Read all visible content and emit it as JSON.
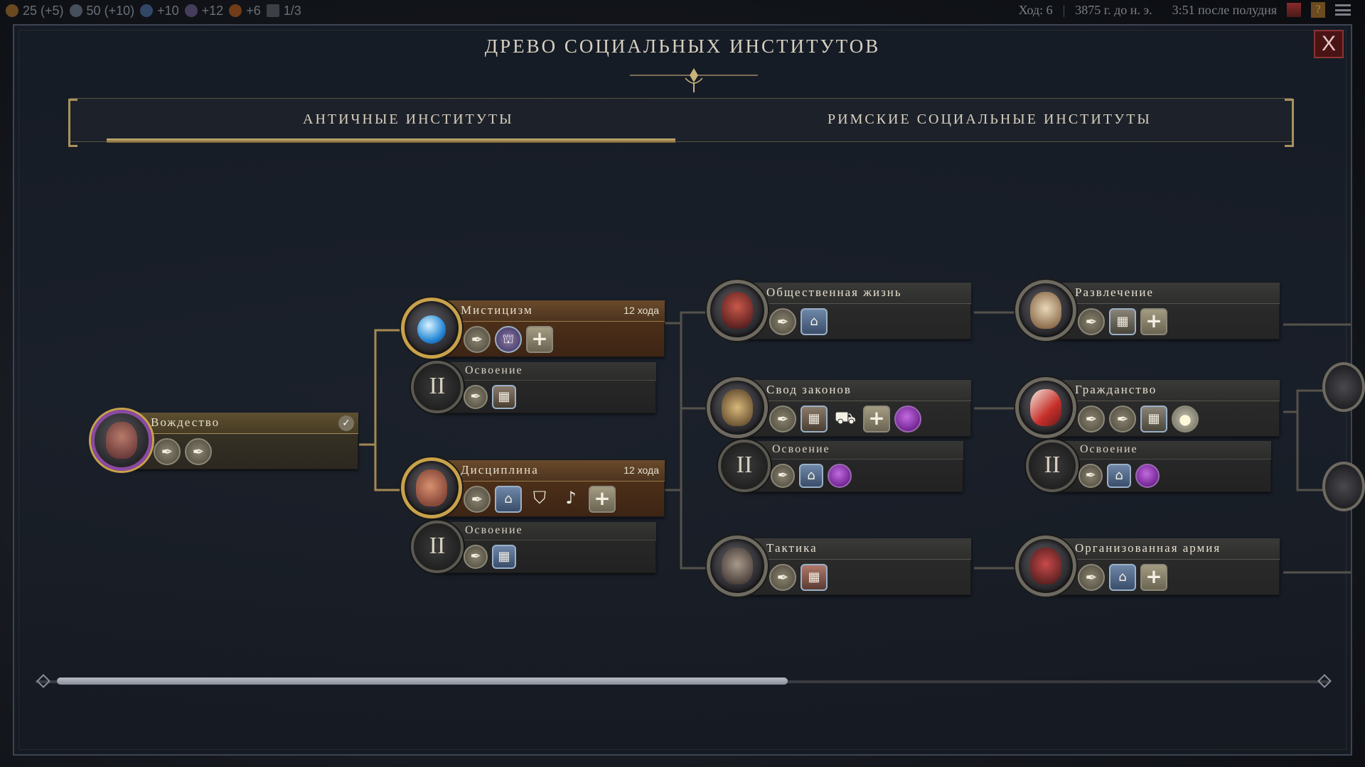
{
  "topbar": {
    "res1": "25 (+5)",
    "res2": "50 (+10)",
    "res3": "+10",
    "res4": "+12",
    "res5": "+6",
    "res6": "1/3",
    "turn": "Ход: 6",
    "year": "3875 г. до н. э.",
    "time": "3:51 после полудня",
    "help": "?"
  },
  "panel": {
    "title": "ДРЕВО СОЦИАЛЬНЫХ ИНСТИТУТОВ",
    "close": "X"
  },
  "tabs": [
    {
      "label": "АНТИЧНЫЕ ИНСТИТУТЫ",
      "active": true
    },
    {
      "label": "РИМСКИЕ СОЦИАЛЬНЫЕ ИНСТИТУТЫ",
      "active": false
    }
  ],
  "nodes": {
    "chiefdom": {
      "name": "Вождество",
      "completed": true,
      "check": "✓",
      "icons": [
        "quill",
        "quill"
      ]
    },
    "mysticism": {
      "name": "Мистицизм",
      "turns": "12 хода",
      "icons": [
        "quill",
        "building",
        "plus"
      ]
    },
    "mysticism_mastery": {
      "name": "Освоение",
      "roman": "II",
      "icons": [
        "quill",
        "building"
      ]
    },
    "discipline": {
      "name": "Дисциплина",
      "turns": "12 хода",
      "icons": [
        "quill",
        "building",
        "shield",
        "horn",
        "plus"
      ]
    },
    "discipline_mastery": {
      "name": "Освоение",
      "roman": "II",
      "icons": [
        "quill",
        "building"
      ]
    },
    "public_life": {
      "name": "Общественная жизнь",
      "icons": [
        "quill",
        "building"
      ]
    },
    "code_of_laws": {
      "name": "Свод законов",
      "icons": [
        "quill",
        "building",
        "trade",
        "plus",
        "gem"
      ]
    },
    "code_mastery": {
      "name": "Освоение",
      "roman": "II",
      "icons": [
        "quill",
        "building",
        "gem"
      ]
    },
    "tactics": {
      "name": "Тактика",
      "icons": [
        "quill",
        "building"
      ]
    },
    "entertainment": {
      "name": "Развлечение",
      "icons": [
        "quill",
        "building",
        "plus"
      ]
    },
    "citizenship": {
      "name": "Гражданство",
      "icons": [
        "quill",
        "quill",
        "building",
        "bulb"
      ]
    },
    "citizenship_mastery": {
      "name": "Освоение",
      "roman": "II",
      "icons": [
        "quill",
        "building",
        "gem"
      ]
    },
    "organized_army": {
      "name": "Организованная армия",
      "icons": [
        "quill",
        "building",
        "plus"
      ]
    }
  },
  "colors": {
    "gold": "#c8a24a",
    "active_bar": "#55361c",
    "gem": "#8a2ab0",
    "close_red": "#4a1414"
  },
  "scroll": {
    "position": 0.56
  }
}
